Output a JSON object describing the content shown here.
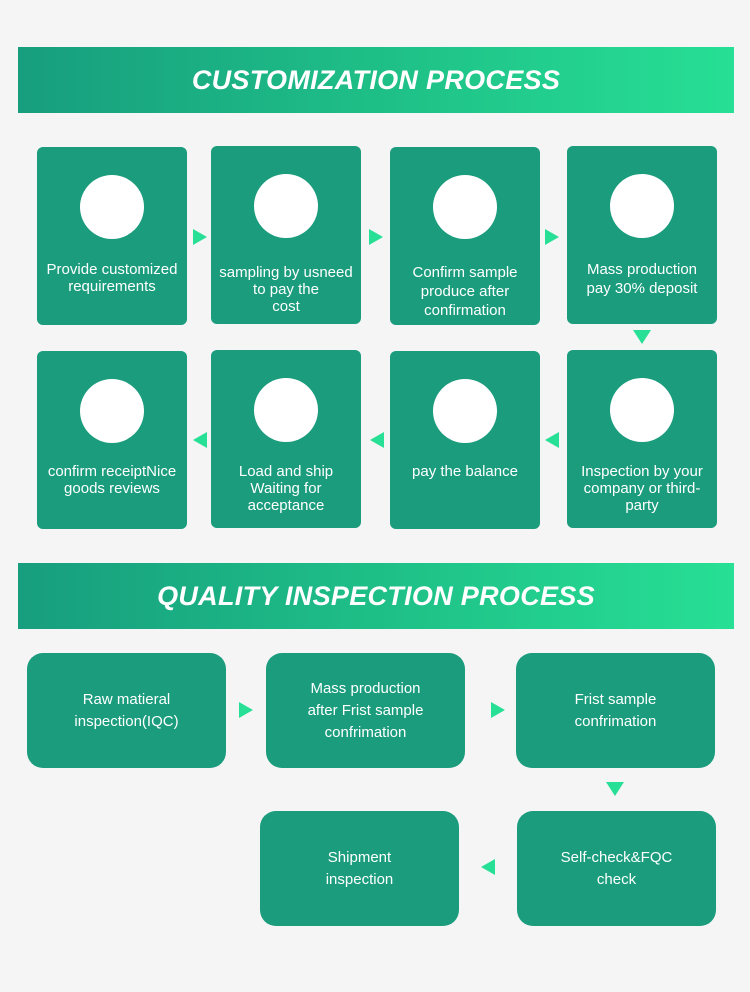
{
  "colors": {
    "box": "#1a9c7d",
    "accent": "#27df95",
    "banner_start": "#179e7e",
    "banner_end": "#27df95"
  },
  "customization": {
    "title": "CUSTOMIZATION PROCESS",
    "steps": [
      "Provide customized\nrequirements",
      "sampling by usneed\nto pay the\ncost",
      "Confirm sample\nproduce after\nconfirmation",
      "Mass production\npay 30% deposit",
      "Inspection by your\ncompany or third-\nparty",
      "pay the balance",
      "Load and ship\nWaiting for\nacceptance",
      "confirm receiptNice\ngoods reviews"
    ]
  },
  "quality": {
    "title": "QUALITY INSPECTION PROCESS",
    "steps": [
      "Raw matieral\ninspection(IQC)",
      "Mass production\nafter Frist sample\nconfrimation",
      "Frist sample\nconfrimation",
      "Self-check&FQC\ncheck",
      "Shipment\ninspection"
    ]
  }
}
